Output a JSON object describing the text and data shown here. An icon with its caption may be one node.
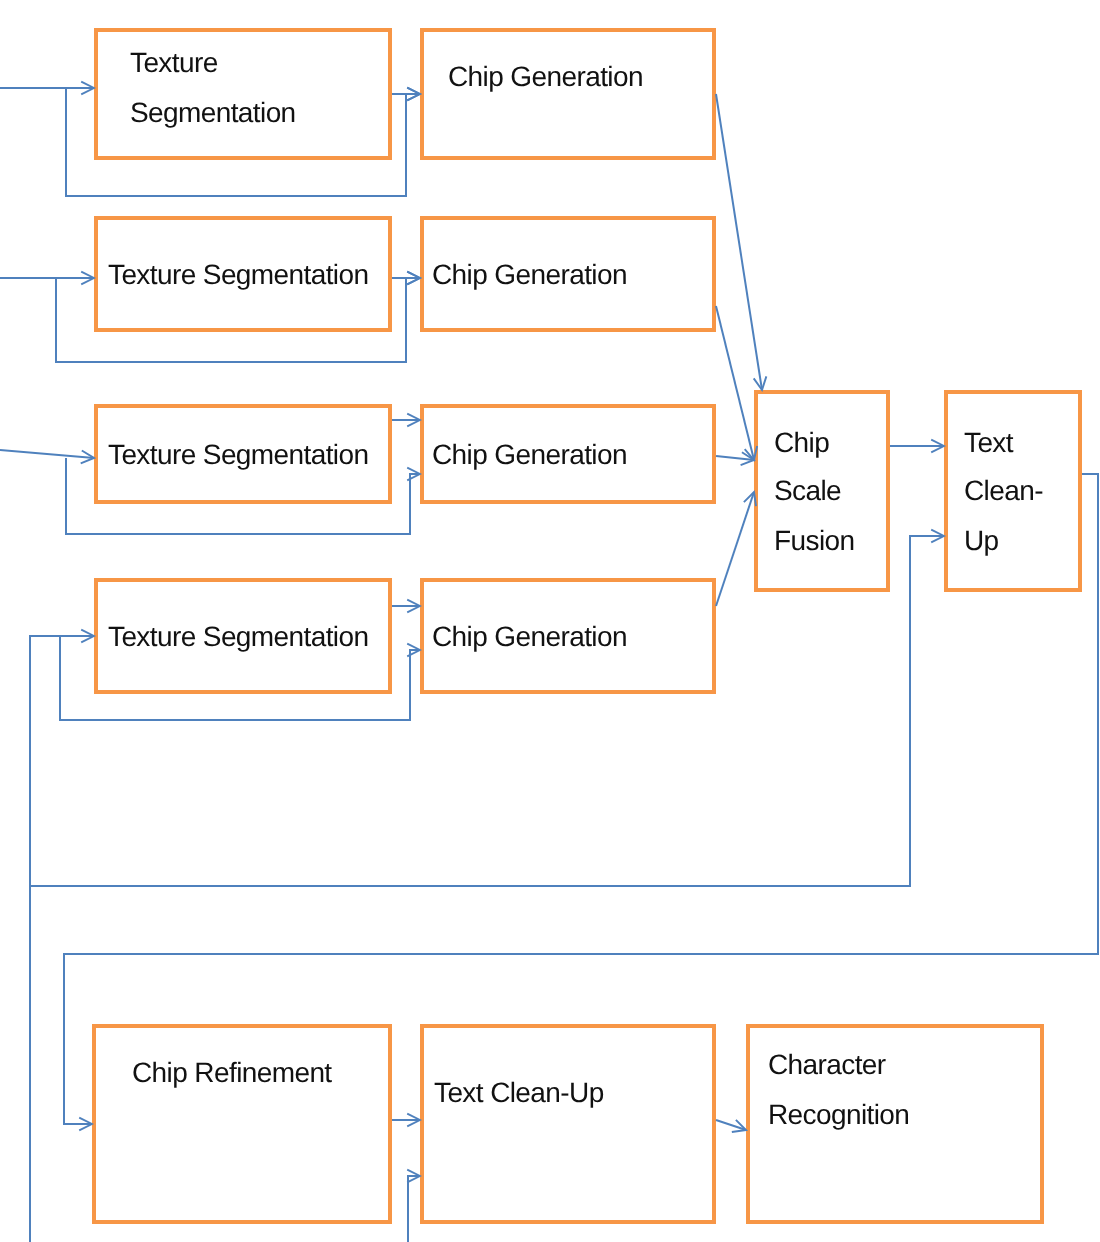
{
  "diagram": {
    "nodes": [
      {
        "text": [
          "Texture Segmentation"
        ]
      },
      {
        "text": [
          "Chip Generation"
        ]
      },
      {
        "text": [
          "Texture Segmentation"
        ]
      },
      {
        "text": [
          "Chip Generation"
        ]
      },
      {
        "text": [
          "Texture Segmentation"
        ]
      },
      {
        "text": [
          "Chip Generation"
        ]
      },
      {
        "text": [
          "Texture Segmentation"
        ]
      },
      {
        "text": [
          "Chip Generation"
        ]
      },
      {
        "text": [
          "Chip Scale Fusion"
        ]
      },
      {
        "text": [
          "Text Clean-Up"
        ]
      },
      {
        "text": [
          "Chip Refinement"
        ]
      },
      {
        "text": [
          "Text Clean-Up"
        ]
      },
      {
        "text": [
          "Character Recognition"
        ]
      }
    ],
    "edges": [
      {
        "from": null,
        "to": 0,
        "arrow": "to"
      },
      {
        "from": null,
        "to": 1,
        "arrow": "to"
      },
      {
        "from": 0,
        "to": 1,
        "arrow": "to"
      },
      {
        "from": null,
        "to": 2,
        "arrow": "to"
      },
      {
        "from": null,
        "to": 3,
        "arrow": "to"
      },
      {
        "from": 2,
        "to": 3,
        "arrow": "to"
      },
      {
        "from": null,
        "to": 4,
        "arrow": "to"
      },
      {
        "from": null,
        "to": 5,
        "arrow": "to"
      },
      {
        "from": 4,
        "to": 5,
        "arrow": "to"
      },
      {
        "from": null,
        "to": 6,
        "arrow": "to"
      },
      {
        "from": null,
        "to": 7,
        "arrow": "to"
      },
      {
        "from": 6,
        "to": 7,
        "arrow": "to"
      },
      {
        "from": 1,
        "to": 8,
        "arrow": "to"
      },
      {
        "from": 3,
        "to": 8,
        "arrow": "to"
      },
      {
        "from": 5,
        "to": 8,
        "arrow": "to"
      },
      {
        "from": 7,
        "to": 8,
        "arrow": "to"
      },
      {
        "from": 8,
        "to": 9,
        "arrow": "to"
      },
      {
        "from": null,
        "to": 9,
        "arrow": "to"
      },
      {
        "from": 9,
        "to": 10,
        "arrow": "to"
      },
      {
        "from": 10,
        "to": 11,
        "arrow": "to"
      },
      {
        "from": null,
        "to": 11,
        "arrow": "to"
      },
      {
        "from": 11,
        "to": 12,
        "arrow": "to"
      }
    ]
  }
}
